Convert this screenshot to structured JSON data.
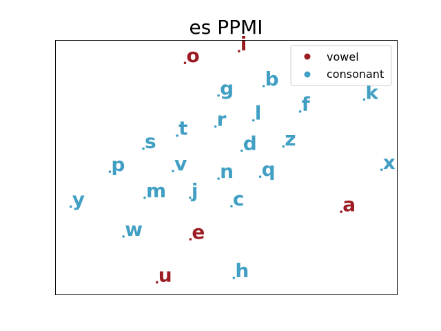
{
  "chart_data": {
    "type": "scatter",
    "title": "es PPMI",
    "xlabel": "",
    "ylabel": "",
    "grid": false,
    "legend_placement": "top-right",
    "colors": {
      "vowel": "#9b1c23",
      "consonant": "#419fc4"
    },
    "series": [
      {
        "name": "vowel",
        "points": [
          {
            "label": "o",
            "x": 0.38,
            "y": 0.91
          },
          {
            "label": "i",
            "x": 0.538,
            "y": 0.956
          },
          {
            "label": "a",
            "x": 0.837,
            "y": 0.325
          },
          {
            "label": "e",
            "x": 0.396,
            "y": 0.217
          },
          {
            "label": "u",
            "x": 0.298,
            "y": 0.048
          }
        ]
      },
      {
        "name": "consonant",
        "points": [
          {
            "label": "b",
            "x": 0.61,
            "y": 0.819
          },
          {
            "label": "k",
            "x": 0.904,
            "y": 0.766
          },
          {
            "label": "g",
            "x": 0.478,
            "y": 0.782
          },
          {
            "label": "f",
            "x": 0.717,
            "y": 0.719
          },
          {
            "label": "l",
            "x": 0.58,
            "y": 0.684
          },
          {
            "label": "r",
            "x": 0.469,
            "y": 0.66
          },
          {
            "label": "t",
            "x": 0.357,
            "y": 0.624
          },
          {
            "label": "z",
            "x": 0.668,
            "y": 0.582
          },
          {
            "label": "s",
            "x": 0.258,
            "y": 0.573
          },
          {
            "label": "d",
            "x": 0.546,
            "y": 0.565
          },
          {
            "label": "x",
            "x": 0.955,
            "y": 0.49
          },
          {
            "label": "p",
            "x": 0.16,
            "y": 0.482
          },
          {
            "label": "v",
            "x": 0.345,
            "y": 0.485
          },
          {
            "label": "n",
            "x": 0.478,
            "y": 0.455
          },
          {
            "label": "q",
            "x": 0.6,
            "y": 0.463
          },
          {
            "label": "m",
            "x": 0.262,
            "y": 0.38
          },
          {
            "label": "j",
            "x": 0.395,
            "y": 0.38
          },
          {
            "label": "y",
            "x": 0.046,
            "y": 0.345
          },
          {
            "label": "c",
            "x": 0.516,
            "y": 0.347
          },
          {
            "label": "w",
            "x": 0.2,
            "y": 0.228
          },
          {
            "label": "h",
            "x": 0.523,
            "y": 0.065
          }
        ]
      }
    ],
    "xlim": [
      0,
      1
    ],
    "ylim": [
      0,
      1
    ]
  }
}
